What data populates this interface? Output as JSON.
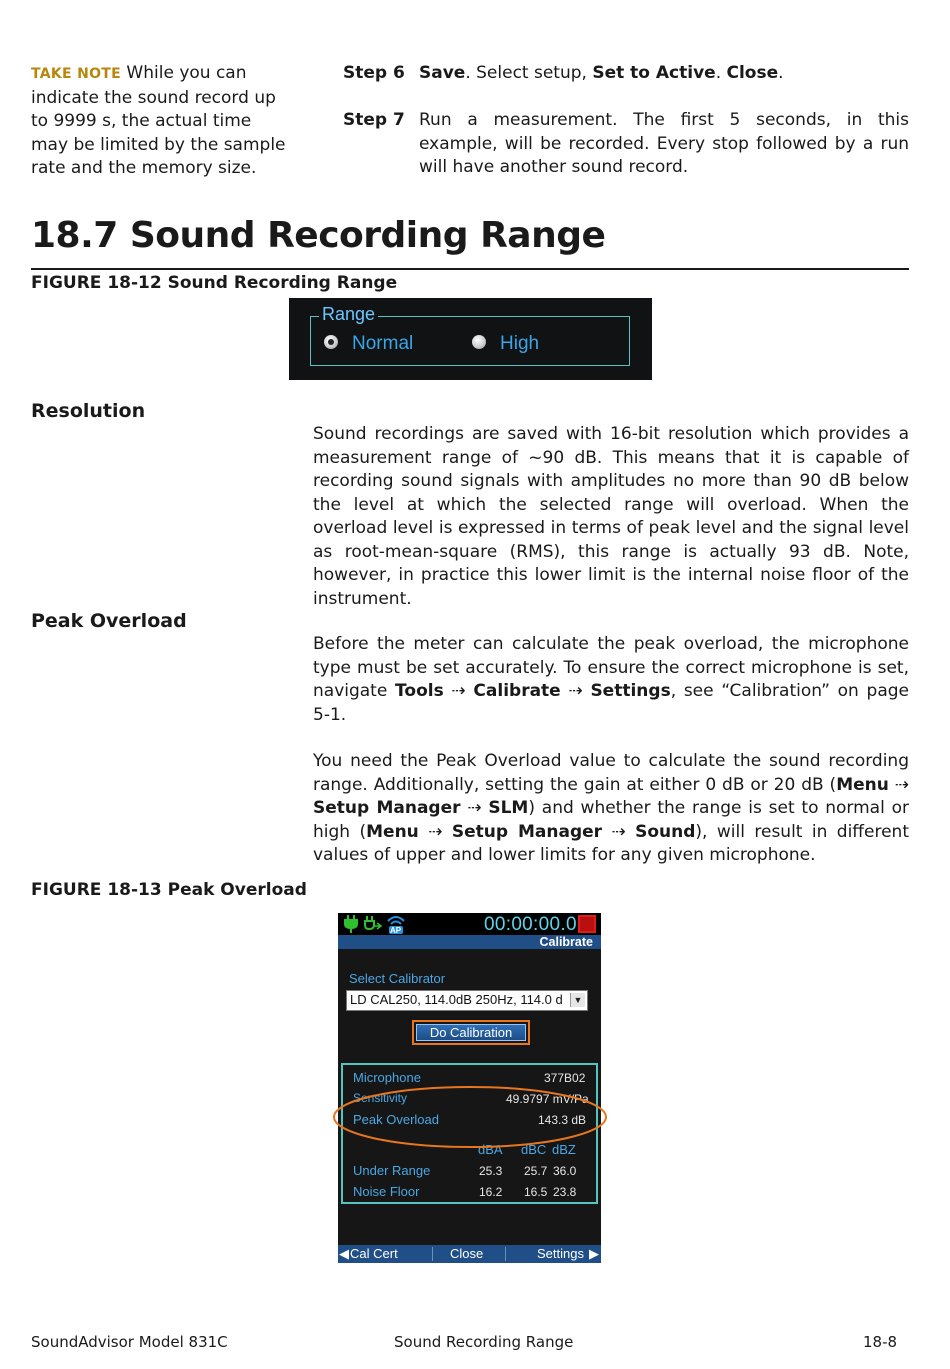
{
  "take_note": {
    "label": "TAKE NOTE",
    "text": "While you can indicate the sound record up to 9999 s, the actual time may be limited by the sample rate and the memory size."
  },
  "steps": [
    {
      "num": "Step 6",
      "save": "Save",
      "t1": ". Select setup, ",
      "set_active": "Set to Active",
      "t2": ". ",
      "close": "Close",
      "t3": "."
    },
    {
      "num": "Step 7",
      "text": "Run a measurement. The first 5 seconds, in this example, will be recorded. Every stop followed by a run will have another sound record."
    }
  ],
  "section": {
    "heading": "18.7  Sound Recording Range"
  },
  "figure_12": {
    "caption": "FIGURE 18-12  Sound Recording Range",
    "legend": "Range",
    "option_normal": "Normal",
    "option_high": "High"
  },
  "resolution": {
    "heading": "Resolution",
    "text": "Sound recordings are saved with 16-bit resolution which provides a measurement range of ~90 dB. This means that it is capable of recording sound signals with amplitudes no more than 90 dB below the level at which the selected range will overload. When the overload level is expressed in terms of peak level and the signal level as root-mean-square (RMS), this range is actually 93 dB. Note, however, in practice this lower limit is the internal noise floor of the instrument."
  },
  "peak_overload": {
    "heading": "Peak Overload",
    "p1_a": "Before the meter can calculate the peak overload, the microphone type must be set accurately. To ensure the correct microphone is set, navigate ",
    "p1_tools": "Tools",
    "arrow": " ⇢ ",
    "p1_calibrate": "Calibrate",
    "p1_settings": "Settings",
    "p1_b": ", see “Calibration” on page 5-1.",
    "p2_a": "You need the Peak Overload value to calculate the sound recording range. Additionally, setting the gain at either 0 dB or 20 dB (",
    "p2_menu": "Menu",
    "p2_setup_manager": "Setup Manager",
    "p2_slm": "SLM",
    "p2_b": ") and whether the range is set to normal or high (",
    "p2_sound": "Sound",
    "p2_c": "), will result in different values of upper and lower limits for any given microphone."
  },
  "figure_13": {
    "caption": "FIGURE 18-13  Peak Overload",
    "screen": {
      "time": "00:00:00.0",
      "ap": "AP",
      "title": "Calibrate",
      "select_label": "Select Calibrator",
      "select_value": "LD CAL250, 114.0dB 250Hz, 114.0 d",
      "do_calibration": "Do Calibration",
      "microphone_label": "Microphone",
      "microphone_value": "377B02",
      "sensitivity_label": "Sensitivity",
      "sensitivity_value": "49.9797 mV/Pa",
      "peak_overload_label": "Peak Overload",
      "peak_overload_value": "143.3 dB",
      "columns": [
        "dBA",
        "dBC",
        "dBZ"
      ],
      "under_range_label": "Under Range",
      "under_range_values": [
        "25.3",
        "25.7",
        "36.0"
      ],
      "noise_floor_label": "Noise Floor",
      "noise_floor_values": [
        "16.2",
        "16.5",
        "23.8"
      ],
      "soft_keys": [
        "Cal Cert",
        "Close",
        "Settings"
      ]
    }
  },
  "footer": {
    "left": "SoundAdvisor Model 831C",
    "center": "Sound Recording Range",
    "right": "18-8"
  }
}
